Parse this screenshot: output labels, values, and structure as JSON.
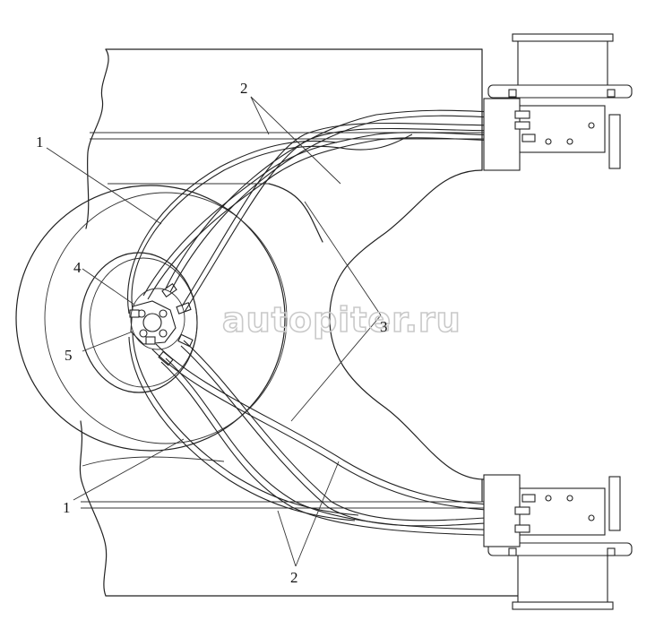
{
  "watermark": {
    "text": "autopiter.ru",
    "color": "#c9c9c9"
  },
  "callouts": {
    "top_hoses": "2",
    "left_upper": "1",
    "swivel": "4",
    "manifold": "5",
    "center": "3",
    "left_lower": "1",
    "bottom_hoses": "2"
  }
}
